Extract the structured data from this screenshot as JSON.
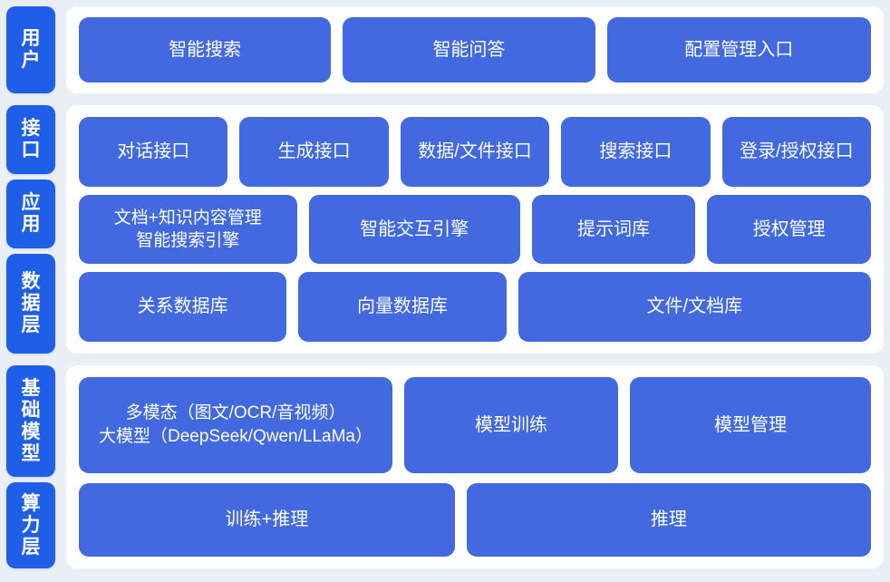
{
  "theme": {
    "page_background": "#e9eff5",
    "panel_background": "#ffffff",
    "side_label_color": "#1f5fe8",
    "box_color": "#4269e0",
    "text_color": "#ffffff"
  },
  "sections": [
    {
      "key": "user",
      "labels": [
        "用户"
      ],
      "rows": [
        {
          "key": "user-entry",
          "boxes": [
            "智能搜索",
            "智能问答",
            "配置管理入口"
          ]
        }
      ]
    },
    {
      "key": "middle",
      "labels": [
        "接口",
        "应用",
        "数据层"
      ],
      "rows": [
        {
          "key": "interface",
          "boxes": [
            "对话接口",
            "生成接口",
            "数据/文件接口",
            "搜索接口",
            "登录/授权接口"
          ]
        },
        {
          "key": "application",
          "boxes": [
            "文档+知识内容管理\n智能搜索引擎",
            "智能交互引擎",
            "提示词库",
            "授权管理"
          ]
        },
        {
          "key": "data",
          "boxes": [
            "关系数据库",
            "向量数据库",
            "文件/文档库"
          ]
        }
      ]
    },
    {
      "key": "bottom",
      "labels": [
        "基础模型",
        "算力层"
      ],
      "rows": [
        {
          "key": "foundation-model",
          "boxes": [
            "多模态（图文/OCR/音视频）\n大模型（DeepSeek/Qwen/LLaMa）",
            "模型训练",
            "模型管理"
          ]
        },
        {
          "key": "compute",
          "boxes": [
            "训练+推理",
            "推理"
          ]
        }
      ]
    }
  ],
  "labels": {
    "user": "用户",
    "interface": "接口",
    "application": "应用",
    "data_layer": "数据层",
    "foundation_model": "基础模型",
    "compute_layer": "算力层"
  },
  "boxes": {
    "user": {
      "smart_search": "智能搜索",
      "smart_qa": "智能问答",
      "config_entry": "配置管理入口"
    },
    "interface": {
      "dialog_api": "对话接口",
      "generate_api": "生成接口",
      "data_file_api": "数据/文件接口",
      "search_api": "搜索接口",
      "login_auth_api": "登录/授权接口"
    },
    "application": {
      "doc_knowledge": "文档+知识内容管理\n智能搜索引擎",
      "interaction_engine": "智能交互引擎",
      "prompt_library": "提示词库",
      "auth_management": "授权管理"
    },
    "data": {
      "relational_db": "关系数据库",
      "vector_db": "向量数据库",
      "file_doc_store": "文件/文档库"
    },
    "foundation": {
      "multimodal_llm": "多模态（图文/OCR/音视频）\n大模型（DeepSeek/Qwen/LLaMa）",
      "model_training": "模型训练",
      "model_management": "模型管理"
    },
    "compute": {
      "train_and_infer": "训练+推理",
      "infer": "推理"
    }
  }
}
